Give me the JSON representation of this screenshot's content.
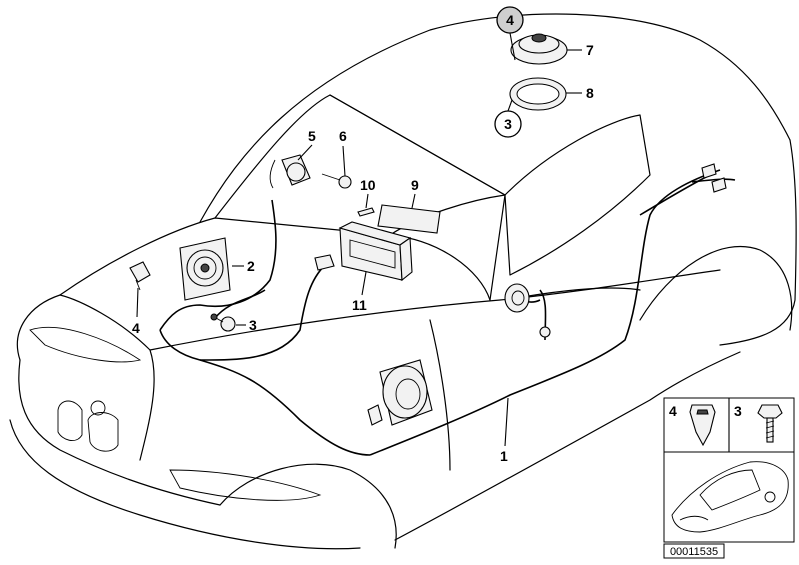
{
  "callouts": {
    "c1": "1",
    "c2": "2",
    "c3_left": "3",
    "c3_top": "3",
    "c4_left": "4",
    "c4_top": "4",
    "c5": "5",
    "c6": "6",
    "c7": "7",
    "c8": "8",
    "c9": "9",
    "c10": "10",
    "c11": "11"
  },
  "inset": {
    "clip_label": "4",
    "screw_label": "3"
  },
  "diagram_code": "00011535"
}
